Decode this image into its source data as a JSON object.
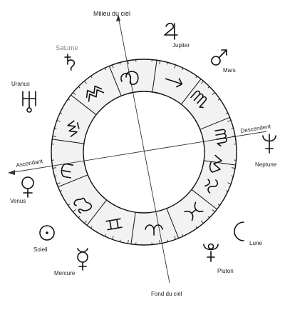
{
  "axes": {
    "midheaven": "Milieu du ciel",
    "imum_coeli": "Fond du ciel",
    "ascendant": "Ascendant",
    "descendant": "Descendent"
  },
  "planets": {
    "jupiter": "Jupiter",
    "saturn": "Saturne",
    "mars": "Mars",
    "uranus": "Uranus",
    "neptune": "Neptune",
    "venus": "Venus",
    "sun": "Soleil",
    "moon": "Lune",
    "mercury": "Mercure",
    "pluto": "Pluton"
  },
  "zodiac_order": [
    "leo",
    "libra",
    "scorpio",
    "sagittarius",
    "capricorn",
    "aquarius",
    "pisces",
    "aries",
    "taurus",
    "gemini",
    "cancer",
    "virgo"
  ],
  "colors": {
    "ring_fill": "#f2f2f2",
    "ink": "#111111",
    "muted_label": "#888888"
  }
}
